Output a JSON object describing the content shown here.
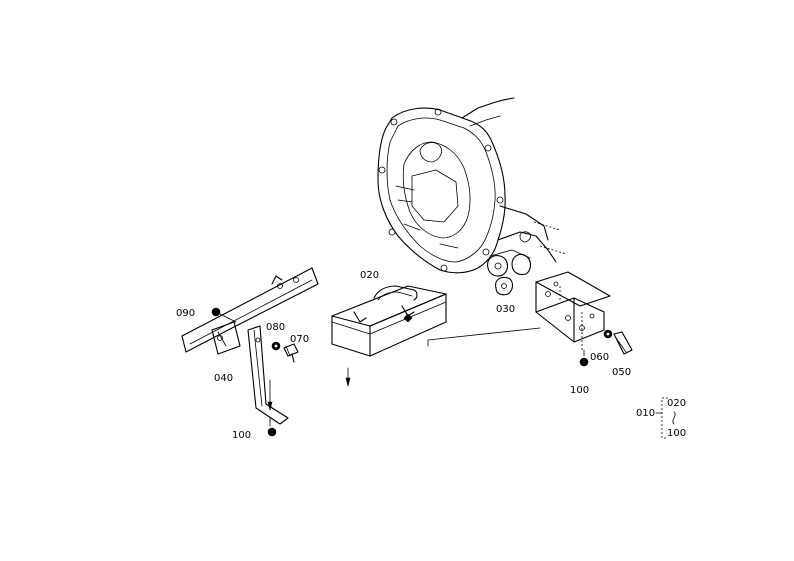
{
  "labels": {
    "p010": "010",
    "p020": "020",
    "p020b": "020",
    "p030": "030",
    "p040": "040",
    "p050": "050",
    "p060": "060",
    "p070": "070",
    "p080": "080",
    "p090": "090",
    "p100a": "100",
    "p100b": "100",
    "p100c": "100"
  }
}
